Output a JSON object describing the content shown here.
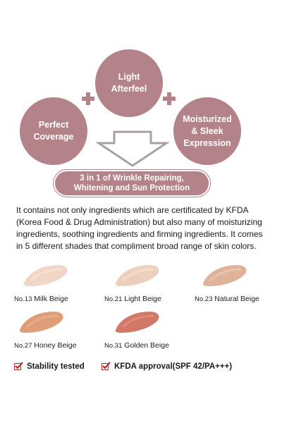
{
  "features": {
    "top": "Light\nAfterfeel",
    "left": "Perfect\nCoverage",
    "right": "Moisturized\n& Sleek\nExpression"
  },
  "banner": "3 in 1 of  Wrinkle Repairing,\nWhitening and Sun Protection",
  "description": "It contains not only ingredients which are certificated by KFDA\n(Korea Food & Drug Administration) but also many of moisturizing\ningredients, soothing ingredients and firming ingredients. It comes\nin 5 different shades that compliment broad range of skin colors.",
  "shades": [
    {
      "number": "No.13",
      "name": "Milk Beige",
      "color": "#f0d6c6"
    },
    {
      "number": "No.21",
      "name": "Light Beige",
      "color": "#ecd0bd"
    },
    {
      "number": "No.23",
      "name": "Natural Beige",
      "color": "#deb39a"
    },
    {
      "number": "No.27",
      "name": "Honey Beige",
      "color": "#df9d78"
    },
    {
      "number": "No.31",
      "name": "Golden Beige",
      "color": "#d27866"
    }
  ],
  "checks": [
    {
      "label": "Stability tested"
    },
    {
      "label": "KFDA approval(SPF 42/PA+++)"
    }
  ],
  "colors": {
    "accent": "#b48389",
    "check": "#b03030"
  }
}
